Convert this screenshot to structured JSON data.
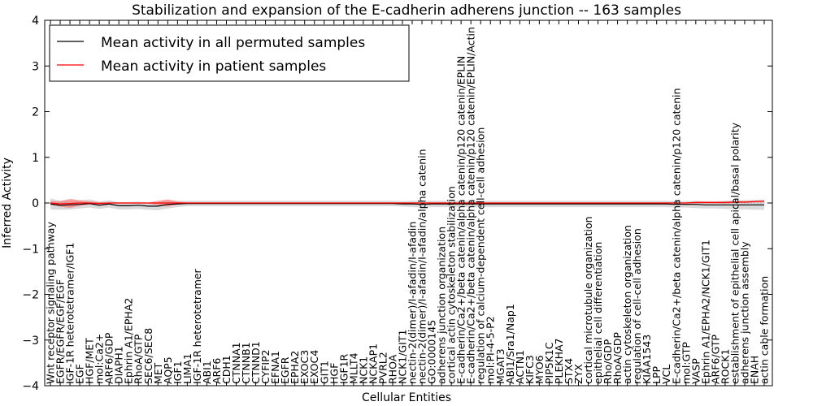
{
  "chart_data": {
    "type": "line",
    "title": "Stabilization and expansion of the E-cadherin adherens junction -- 163 samples",
    "xlabel": "Cellular Entities",
    "ylabel": "Inferred Activity",
    "ylim": [
      -4,
      4
    ],
    "yticks": [
      4,
      3,
      2,
      1,
      0,
      -1,
      -2,
      -3,
      -4
    ],
    "ytick_labels": [
      "4",
      "3",
      "2",
      "1",
      "0",
      "−1",
      "−2",
      "−3",
      "−4"
    ],
    "grid": false,
    "legend_position": "top-left",
    "colors": {
      "permuted": "#000000",
      "patient": "#ff0000",
      "band_permuted": "#bbbbbb",
      "band_patient": "#ff6666"
    },
    "categories": [
      "Wnt receptor signaling pathway",
      "EGFR/EGFR/EGF/EGF",
      "IGF-1R heterotetramer/IGF1",
      "EGF",
      "HGF/MET",
      "mol:Ca2+",
      "ARF6/GDP",
      "DIAPH1",
      "Ephrin A1/EPHA2",
      "RhoA/GTP",
      "SEC6/SEC8",
      "MET",
      "AQP5",
      "IGF1",
      "LIMA1",
      "IGF-1R heterotetramer",
      "ABI1",
      "ARF6",
      "CDH1",
      "CTNNA1",
      "CTNNB1",
      "CTNND1",
      "CYFIP2",
      "EFNA1",
      "EGFR",
      "EPHA2",
      "EXOC3",
      "EXOC4",
      "GIT1",
      "HGF",
      "IGF1R",
      "MLLT4",
      "NCK1",
      "NCKAP1",
      "PVRL2",
      "RHOA",
      "NCK1/GIT1",
      "nectin-2(dimer)/I-afadin/I-afadin",
      "nectin-2(dimer)/I-afadin/I-afadin/alpha catenin",
      "GO:0000145",
      "adherens junction organization",
      "cortical actin cytoskeleton stabilization",
      "E-cadherin/Ca2+/beta catenin/alpha catenin/p120 catenin/EPLIN",
      "E-cadherin/Ca2+/beta catenin/alpha catenin/p120 catenin/EPLIN/Actin",
      "regulation of calcium-dependent cell-cell adhesion",
      "mol:PI-4-5-P2",
      "MGAT3",
      "ABI1/Sra1/Nap1",
      "ACTN1",
      "KIFC3",
      "MYO6",
      "PIP5K1C",
      "PLEKHA7",
      "STX4",
      "ZYX",
      "cortical microtubule organization",
      "epithelial cell differentiation",
      "Rho/GDP",
      "RhoA/GDP",
      "actin cytoskeleton organization",
      "regulation of cell-cell adhesion",
      "KIAA1543",
      "LPP",
      "VCL",
      "E-cadherin/Ca2+/beta catenin/alpha catenin/p120 catenin",
      "mol:GTP",
      "VASP",
      "Ephrin A1/EPHA2/NCK1/GIT1",
      "ARF6/GTP",
      "ROCK1",
      "establishment of epithelial cell apical/basal polarity",
      "adherens junction assembly",
      "ENAH",
      "actin cable formation"
    ],
    "series": [
      {
        "name": "Mean activity in all permuted samples",
        "values": [
          -0.02,
          -0.05,
          -0.04,
          -0.03,
          -0.01,
          -0.05,
          -0.02,
          -0.06,
          -0.06,
          -0.05,
          -0.07,
          -0.07,
          -0.03,
          -0.02,
          -0.01,
          -0.01,
          -0.01,
          -0.01,
          -0.01,
          -0.01,
          -0.01,
          -0.01,
          -0.01,
          -0.01,
          -0.01,
          -0.01,
          -0.01,
          -0.01,
          -0.01,
          -0.01,
          -0.01,
          -0.01,
          -0.01,
          -0.01,
          -0.01,
          -0.01,
          -0.02,
          -0.02,
          -0.03,
          -0.02,
          -0.02,
          -0.02,
          -0.02,
          -0.02,
          -0.02,
          -0.02,
          -0.02,
          -0.02,
          -0.02,
          -0.02,
          -0.02,
          -0.02,
          -0.02,
          -0.02,
          -0.02,
          -0.02,
          -0.02,
          -0.02,
          -0.02,
          -0.02,
          -0.02,
          -0.02,
          -0.02,
          -0.02,
          -0.03,
          -0.03,
          -0.03,
          -0.04,
          -0.04,
          -0.04,
          -0.04,
          -0.04,
          -0.04,
          -0.04
        ],
        "spread": [
          0.12,
          0.1,
          0.1,
          0.09,
          0.09,
          0.08,
          0.08,
          0.08,
          0.08,
          0.08,
          0.08,
          0.09,
          0.09,
          0.07,
          0.06,
          0.06,
          0.06,
          0.06,
          0.06,
          0.06,
          0.06,
          0.06,
          0.06,
          0.06,
          0.06,
          0.06,
          0.06,
          0.06,
          0.06,
          0.06,
          0.06,
          0.06,
          0.06,
          0.06,
          0.06,
          0.06,
          0.06,
          0.07,
          0.07,
          0.07,
          0.07,
          0.07,
          0.07,
          0.07,
          0.07,
          0.07,
          0.07,
          0.07,
          0.07,
          0.07,
          0.07,
          0.07,
          0.07,
          0.07,
          0.07,
          0.07,
          0.07,
          0.07,
          0.07,
          0.07,
          0.07,
          0.07,
          0.07,
          0.07,
          0.07,
          0.07,
          0.08,
          0.08,
          0.08,
          0.09,
          0.1,
          0.1,
          0.11,
          0.11
        ]
      },
      {
        "name": "Mean activity in patient samples",
        "values": [
          0.0,
          -0.02,
          -0.01,
          0.0,
          0.0,
          -0.01,
          0.0,
          0.0,
          0.0,
          0.0,
          0.0,
          0.0,
          0.0,
          0.0,
          0.0,
          0.0,
          0.0,
          0.0,
          0.0,
          0.0,
          0.0,
          0.0,
          0.0,
          0.0,
          0.0,
          0.0,
          0.0,
          0.0,
          0.0,
          0.0,
          0.0,
          0.0,
          0.0,
          0.0,
          0.0,
          0.0,
          0.0,
          0.0,
          0.0,
          0.0,
          0.0,
          0.0,
          0.0,
          0.0,
          0.0,
          0.0,
          0.0,
          0.0,
          0.0,
          0.0,
          0.0,
          0.0,
          0.0,
          0.0,
          0.0,
          0.0,
          0.0,
          0.0,
          0.0,
          0.0,
          0.0,
          0.0,
          0.0,
          0.0,
          0.0,
          0.0,
          0.01,
          0.01,
          0.01,
          0.01,
          0.02,
          0.02,
          0.03,
          0.04
        ],
        "spread": [
          0.04,
          0.06,
          0.1,
          0.06,
          0.03,
          0.03,
          0.01,
          0.01,
          0.01,
          0.01,
          0.01,
          0.05,
          0.08,
          0.03,
          0.01,
          0.01,
          0.01,
          0.01,
          0.01,
          0.01,
          0.01,
          0.01,
          0.01,
          0.01,
          0.01,
          0.01,
          0.01,
          0.01,
          0.01,
          0.01,
          0.01,
          0.01,
          0.01,
          0.01,
          0.01,
          0.01,
          0.01,
          0.01,
          0.01,
          0.01,
          0.01,
          0.01,
          0.01,
          0.01,
          0.01,
          0.01,
          0.01,
          0.01,
          0.01,
          0.01,
          0.01,
          0.01,
          0.01,
          0.01,
          0.01,
          0.01,
          0.01,
          0.01,
          0.01,
          0.01,
          0.01,
          0.01,
          0.01,
          0.01,
          0.01,
          0.01,
          0.02,
          0.02,
          0.02,
          0.02,
          0.02,
          0.02,
          0.02,
          0.02
        ]
      }
    ]
  }
}
